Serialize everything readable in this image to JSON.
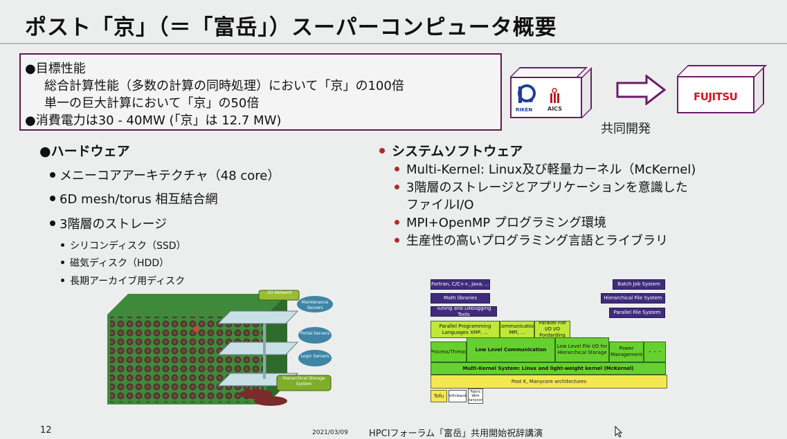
{
  "slide": {
    "title": "ポスト「京」（＝「富岳」）スーパーコンピュータ概要"
  },
  "performance": {
    "target_heading": "●目標性能",
    "line1": "総合計算性能（多数の計算の同時処理）において「京」の100倍",
    "line2": "単一の巨大計算において「京」の50倍",
    "power": "●消費電力は30 - 40MW (「京」は 12.7 MW)"
  },
  "logos": {
    "riken": "RIKEN",
    "aics": "AICS",
    "fujitsu": "FUJITSU",
    "joint_label": "共同開発"
  },
  "hardware": {
    "heading": "●ハードウェア",
    "items": [
      "メニーコアアーキテクチャ（48 core）",
      "6D mesh/torus 相互結合網",
      "3階層のストレージ"
    ],
    "storage_items": [
      "シリコンディスク（SSD）",
      "磁気ディスク（HDD）",
      "長期アーカイブ用ディスク"
    ],
    "diagram_labels": {
      "io_network": "I/O Network",
      "maintenance": "Maintenance Servers",
      "portal": "Portal Servers",
      "login": "Login Servers",
      "hierarchical": "Hierarchical Storage System"
    }
  },
  "software": {
    "heading": "システムソフトウェア",
    "items": [
      "Multi-Kernel: Linux及び軽量カーネル（McKernel)",
      "3階層のストレージとアプリケーションを意識した",
      "MPI+OpenMP プログラミング環境",
      "生産性の高いプログラミング言語とライブラリ"
    ],
    "item2_cont": "ファイルI/O",
    "stack": {
      "fortran": "Fortran, C/C++, Java, ...",
      "math": "Math libraries",
      "tuning": "Tuning and Debugging Tools",
      "batch": "Batch Job System",
      "hfs": "Hierarchical File System",
      "pfs": "Parallel File System",
      "ppl": "Parallel Programming Languages XMP, ...",
      "comm": "Communication MPI, ...",
      "pfio": "Parallel File I/O I/O Fordarding",
      "process": "Process/Thread",
      "llc": "Low Level Communication",
      "llfio": "Low Level File I/O for Hierarchical Storage",
      "power": "Power Management",
      "dots": "・・・",
      "mk": "Multi-Kernel System: Linux and light-weight kernel (McKernel)",
      "postk": "Post K, Manycore architectures",
      "tofu": "Tofu",
      "infiniband": "Infiniband",
      "fabric": "Fabric With manycore"
    }
  },
  "footer": {
    "page": "12",
    "date": "2021/03/09",
    "event": "HPCIフォーラム「富岳」共用開始祝辞講演"
  }
}
